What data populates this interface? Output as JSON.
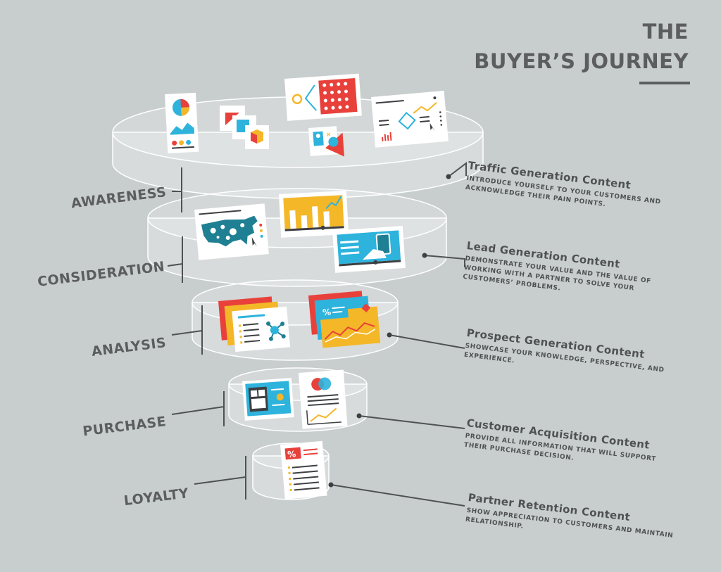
{
  "title": {
    "line1": "THE",
    "line2": "BUYER’S JOURNEY"
  },
  "stages": [
    {
      "label": "AWARENESS",
      "heading": "Traffic Generation Content",
      "description": "Introduce yourself to your customers and acknowledge their pain points."
    },
    {
      "label": "CONSIDERATION",
      "heading": "Lead Generation Content",
      "description": "Demonstrate your value and the value of working with a partner to solve your customers’ problems."
    },
    {
      "label": "ANALYSIS",
      "heading": "Prospect Generation Content",
      "description": "Showcase your knowledge, perspective, and experience."
    },
    {
      "label": "PURCHASE",
      "heading": "Customer Acquisition Content",
      "description": "Provide all information that will support their purchase decision."
    },
    {
      "label": "LOYALTY",
      "heading": "Partner Retention Content",
      "description": "Show appreciation to customers and maintain relationship."
    }
  ],
  "colors": {
    "background": "#c8cecd",
    "text": "#5b5d60",
    "red": "#e8413b",
    "yellow": "#f4b728",
    "blue": "#2eb3dc",
    "teal": "#1f7f93",
    "dark": "#3d3f42"
  },
  "icons": [
    "pie-chart-icon",
    "cubes-icon",
    "people-grid-icon",
    "line-chart-icon",
    "id-card-icon",
    "usa-map-icon",
    "bar-chart-icon",
    "tablet-hand-icon",
    "network-icon",
    "percent-chart-icon",
    "dashboard-icon",
    "venn-chart-icon",
    "percent-list-icon"
  ]
}
